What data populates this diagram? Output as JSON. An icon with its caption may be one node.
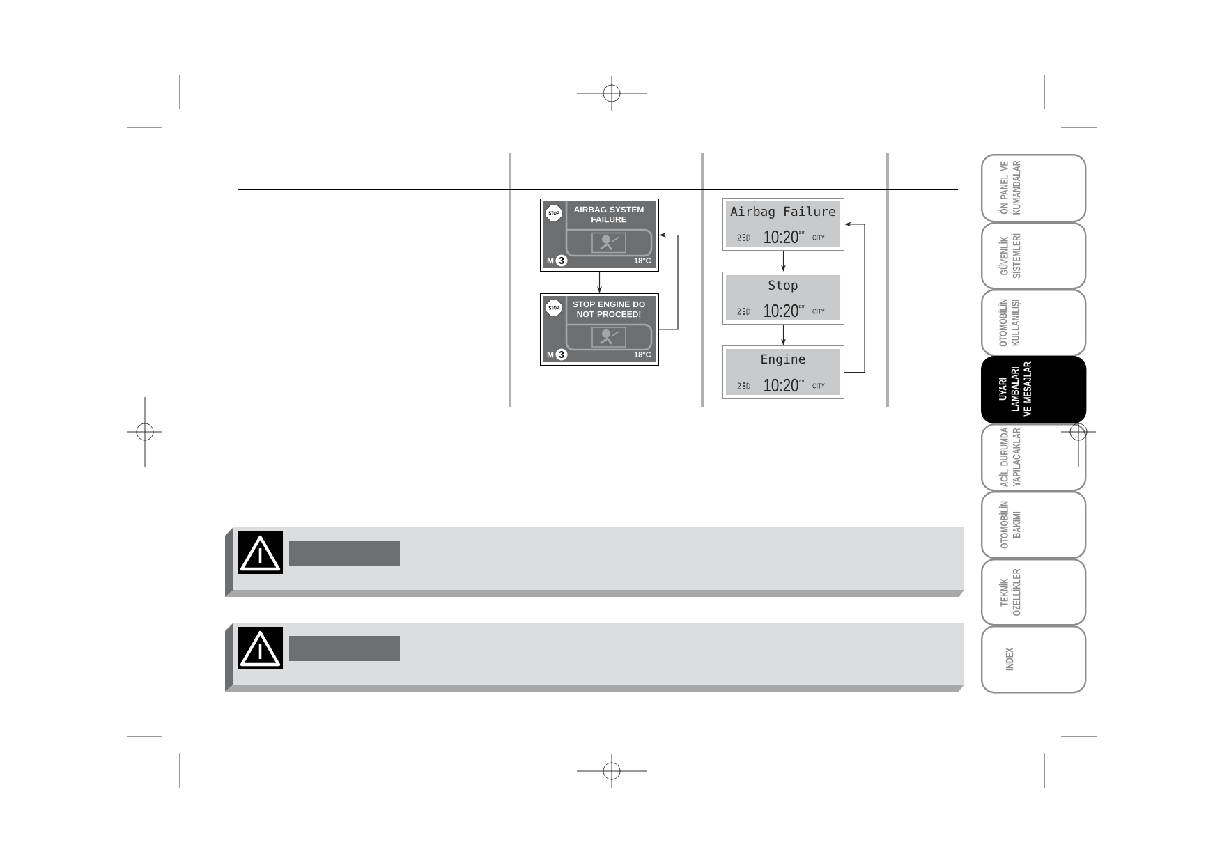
{
  "diagram": {
    "nodes": [
      {
        "text": [
          "STOP",
          "AIRBAG SYSTEM FAILURE",
          "M",
          "3",
          "18°C"
        ]
      },
      {
        "text": [
          "STOP",
          "STOP ENGINE DO NOT PROCEED!",
          "M",
          "3",
          "18°C"
        ]
      },
      {
        "text": [
          "Airbag Failure",
          "2",
          "10:20",
          "am",
          "CITY"
        ]
      },
      {
        "text": [
          "Stop",
          "2",
          "10:20",
          "am",
          "CITY"
        ]
      },
      {
        "text": [
          "Engine",
          "2",
          "10:20",
          "am",
          "CITY"
        ]
      },
      {
        "text": [
          "ÖN PANEL VE KUMANDALAR"
        ]
      },
      {
        "text": [
          "GÜVENLİK SİSTEMLERİ"
        ]
      },
      {
        "text": [
          "OTOMOBİLİN KULLANILIŞI"
        ]
      },
      {
        "text": [
          "UYARI LAMBALARI VE MESAJLAR"
        ]
      },
      {
        "text": [
          "ACİL DURUMDA YAPILACAKLAR"
        ]
      },
      {
        "text": [
          "OTOMOBİLİN BAKIMI"
        ]
      },
      {
        "text": [
          "TEKNİK ÖZELLİKLER"
        ]
      },
      {
        "text": [
          "INDEX"
        ]
      }
    ],
    "edges": [
      {
        "from": 0,
        "to": 1,
        "arrow": "to"
      },
      {
        "from": 1,
        "to": 0,
        "arrow": "to"
      },
      {
        "from": 2,
        "to": 3,
        "arrow": "to"
      },
      {
        "from": 3,
        "to": 4,
        "arrow": "to"
      },
      {
        "from": 4,
        "to": 2,
        "arrow": "to"
      }
    ]
  }
}
